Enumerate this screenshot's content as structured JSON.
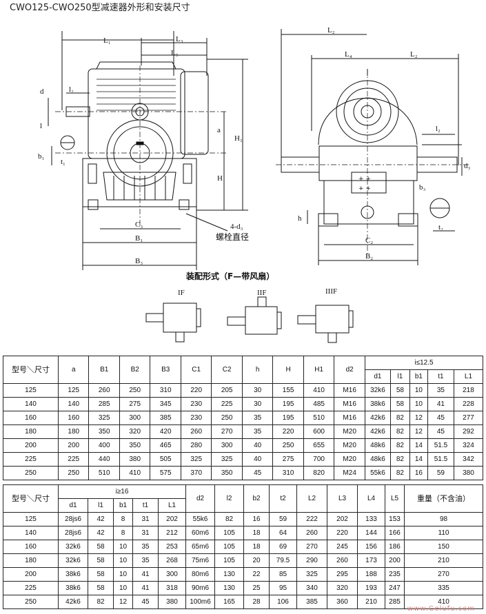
{
  "title": "CWO125-CWO250型减速器外形和安装尺寸",
  "drawing": {
    "front_labels": {
      "L1": "L₁",
      "L3": "L₃",
      "L5": "L₅",
      "l2": "l₂",
      "d": "d",
      "l": "l",
      "b1": "b₁",
      "t1": "t₁",
      "a": "a",
      "H1": "H₁",
      "H": "H",
      "C3": "C₃",
      "d3": "4-d₃",
      "bolt": "螺栓直径",
      "B1": "B₁",
      "B3": "B₃"
    },
    "side_labels": {
      "L2": "L₂",
      "L4": "L₄",
      "L2b": "L₂",
      "l2": "l₂",
      "d3": "d₃",
      "b3": "b₃",
      "h": "h",
      "t2": "t₂",
      "C2": "C₂",
      "B2": "B₂"
    },
    "assembly_title": "装配形式（F—带风扇）",
    "assembly_forms": [
      "IF",
      "IIF",
      "IIIF"
    ]
  },
  "table1": {
    "corner": "型号＼尺寸",
    "headers": [
      "a",
      "B1",
      "B2",
      "B3",
      "C1",
      "C2",
      "h",
      "H",
      "H1",
      "d2"
    ],
    "group": "i≤12.5",
    "sub_headers": [
      "d1",
      "l1",
      "b1",
      "t1",
      "L1"
    ],
    "rows": [
      [
        "125",
        "125",
        "260",
        "250",
        "310",
        "220",
        "205",
        "30",
        "155",
        "410",
        "M16",
        "32k6",
        "58",
        "10",
        "35",
        "218"
      ],
      [
        "140",
        "140",
        "285",
        "275",
        "345",
        "230",
        "225",
        "30",
        "195",
        "485",
        "M16",
        "38k6",
        "58",
        "10",
        "41",
        "228"
      ],
      [
        "160",
        "160",
        "325",
        "300",
        "385",
        "230",
        "250",
        "35",
        "195",
        "510",
        "M16",
        "42k6",
        "82",
        "12",
        "45",
        "277"
      ],
      [
        "180",
        "180",
        "350",
        "320",
        "420",
        "260",
        "270",
        "35",
        "220",
        "600",
        "M20",
        "42k6",
        "82",
        "12",
        "45",
        "292"
      ],
      [
        "200",
        "200",
        "400",
        "350",
        "465",
        "280",
        "300",
        "40",
        "250",
        "655",
        "M20",
        "48k6",
        "82",
        "14",
        "51.5",
        "324"
      ],
      [
        "225",
        "225",
        "440",
        "380",
        "505",
        "325",
        "325",
        "40",
        "275",
        "700",
        "M20",
        "48k6",
        "82",
        "14",
        "51.5",
        "342"
      ],
      [
        "250",
        "250",
        "510",
        "410",
        "575",
        "370",
        "350",
        "45",
        "310",
        "820",
        "M24",
        "55k6",
        "82",
        "16",
        "59",
        "380"
      ]
    ]
  },
  "table2": {
    "corner": "型号＼尺寸",
    "group": "i≥16",
    "sub_headers": [
      "d1",
      "l1",
      "b1",
      "t1",
      "L1"
    ],
    "headers": [
      "d2",
      "l2",
      "b2",
      "t2",
      "L2",
      "L3",
      "L4",
      "L5",
      "重量（不含油）"
    ],
    "rows": [
      [
        "125",
        "28js6",
        "42",
        "8",
        "31",
        "202",
        "55k6",
        "82",
        "16",
        "59",
        "222",
        "202",
        "133",
        "153",
        "98"
      ],
      [
        "140",
        "28js6",
        "42",
        "8",
        "31",
        "212",
        "60m6",
        "105",
        "18",
        "64",
        "260",
        "220",
        "144",
        "166",
        "110"
      ],
      [
        "160",
        "32k6",
        "58",
        "10",
        "35",
        "253",
        "65m6",
        "105",
        "18",
        "69",
        "270",
        "245",
        "156",
        "186",
        "150"
      ],
      [
        "180",
        "32k6",
        "58",
        "10",
        "35",
        "268",
        "75m6",
        "105",
        "20",
        "79.5",
        "290",
        "260",
        "173",
        "200",
        "210"
      ],
      [
        "200",
        "38k6",
        "58",
        "10",
        "41",
        "300",
        "80m6",
        "130",
        "22",
        "85",
        "325",
        "295",
        "188",
        "235",
        "270"
      ],
      [
        "225",
        "38k6",
        "58",
        "10",
        "41",
        "318",
        "90m6",
        "130",
        "25",
        "95",
        "340",
        "320",
        "193",
        "247",
        "335"
      ],
      [
        "250",
        "42k6",
        "82",
        "12",
        "45",
        "380",
        "100m6",
        "165",
        "28",
        "106",
        "385",
        "360",
        "210",
        "285",
        "410"
      ]
    ]
  },
  "watermark": "www.Gelufu.com"
}
